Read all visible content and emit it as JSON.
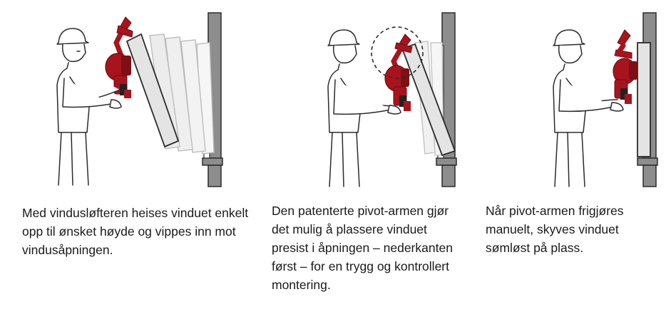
{
  "steps": [
    {
      "caption": "Med vindusløfteren heises vinduet enkelt opp til ønsket høyde og vippes inn mot vindusåpningen."
    },
    {
      "caption": "Den patenterte pivot-armen gjør det mulig å plassere vinduet presist i åpningen – nederkanten først – for en trygg og kontrollert montering."
    },
    {
      "caption": "Når pivot-armen frigjøres manuelt, skyves vinduet sømløst på plass."
    }
  ],
  "colors": {
    "lifter": "#a8141d",
    "lifter_dark": "#6e0d12",
    "line": "#2b2b2b",
    "wall": "#8d8d8d",
    "window_fill": "#e4e4e4",
    "ghost_fill": "#f1f1f1"
  },
  "icons": [
    "worker-figure",
    "window-lifter",
    "window-pane",
    "wall-opening",
    "pivot-highlight-circle"
  ]
}
